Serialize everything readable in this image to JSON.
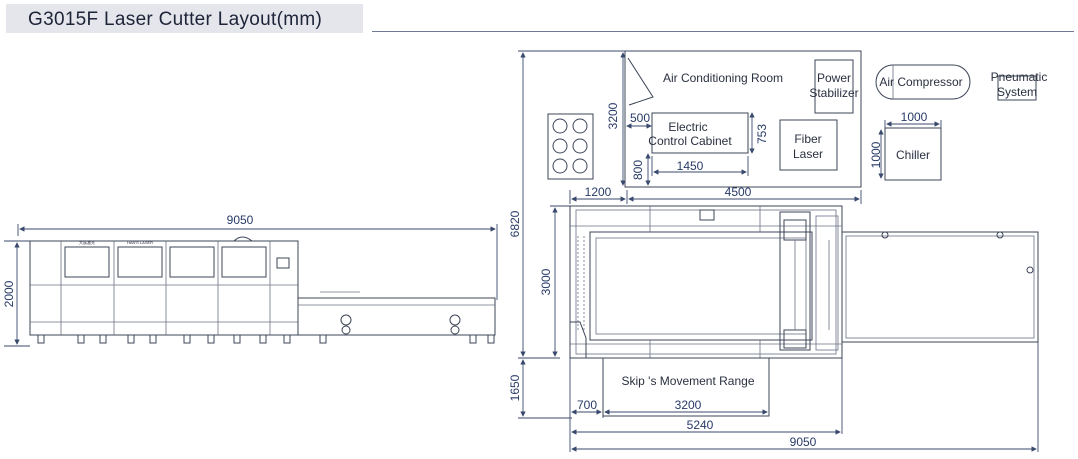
{
  "title": "G3015F Laser Cutter Layout(mm)",
  "side_view": {
    "dims": {
      "length": "9050",
      "height": "2000"
    },
    "panel_labels": [
      "大族激光",
      "HAN'S LASER"
    ]
  },
  "plan_view": {
    "rooms": {
      "air_conditioning_room": "Air Conditioning Room",
      "power_stabilizer_1": "Power",
      "power_stabilizer_2": "Stabilizer",
      "electric_cabinet_1": "Electric",
      "electric_cabinet_2": "Control Cabinet",
      "fiber_laser_1": "Fiber",
      "fiber_laser_2": "Laser",
      "air_compressor": "Air Compressor",
      "pneumatic_1": "Pneumatic",
      "pneumatic_2": "System",
      "chiller": "Chiller",
      "movement_range": "Skip 's Movement Range"
    },
    "dims": {
      "room_height": "3200",
      "cabinet_offset": "500",
      "cabinet_depth": "753",
      "cabinet_gap": "800",
      "cabinet_width": "1450",
      "chiller_width": "1000",
      "chiller_depth": "1000",
      "left_gap": "1200",
      "room_width": "4500",
      "total_depth": "6820",
      "machine_depth": "3000",
      "movement_depth": "1650",
      "offset_700": "700",
      "bed_3200": "3200",
      "bed_5240": "5240",
      "total_length": "9050"
    }
  }
}
